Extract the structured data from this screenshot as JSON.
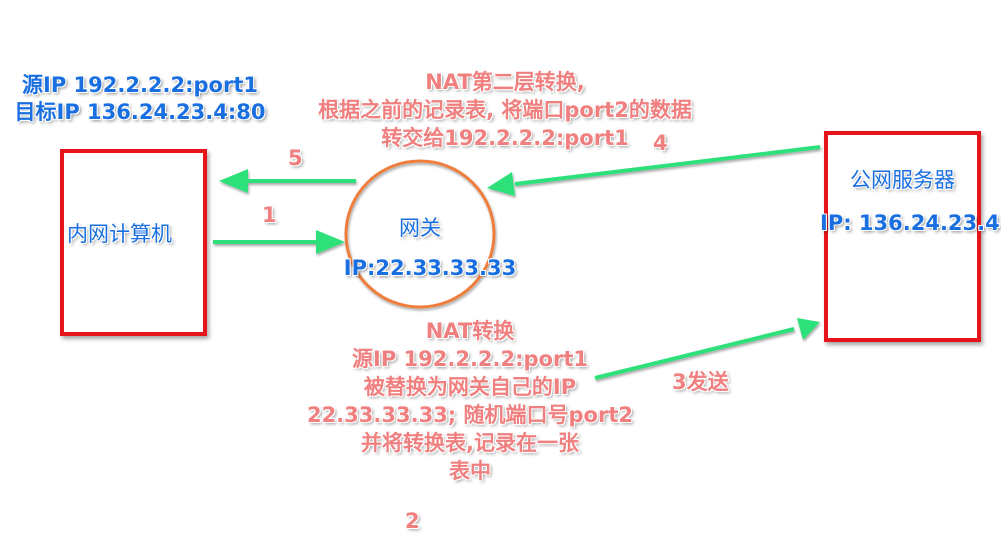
{
  "source_note": {
    "line1": "源IP 192.2.2.2:port1",
    "line2": "目标IP 136.24.23.4:80"
  },
  "nat_return_note": {
    "line1": "NAT第二层转换,",
    "line2": "根据之前的记录表, 将端口port2的数据",
    "line3": "转交给192.2.2.2:port1"
  },
  "internal_computer": {
    "label": "内网计算机"
  },
  "gateway": {
    "label": "网关",
    "ip": "IP:22.33.33.33"
  },
  "public_server": {
    "label": "公网服务器",
    "ip": "IP: 136.24.23.4"
  },
  "nat_forward_note": {
    "line1": "NAT转换",
    "line2": "源IP 192.2.2.2:port1",
    "line3": "被替换为网关自己的IP",
    "line4": "22.33.33.33; 随机端口号port2",
    "line5": "并将转换表,记录在一张",
    "line6": "表中"
  },
  "steps": {
    "s1": "1",
    "s2": "2",
    "s3": "3发送",
    "s4": "4",
    "s5": "5"
  },
  "colors": {
    "box_border": "#e8141c",
    "gateway_circle": "#ef7d3a",
    "arrow": "#2ee07a",
    "blue_text": "#1a6fe0",
    "red_text": "#f08080"
  }
}
